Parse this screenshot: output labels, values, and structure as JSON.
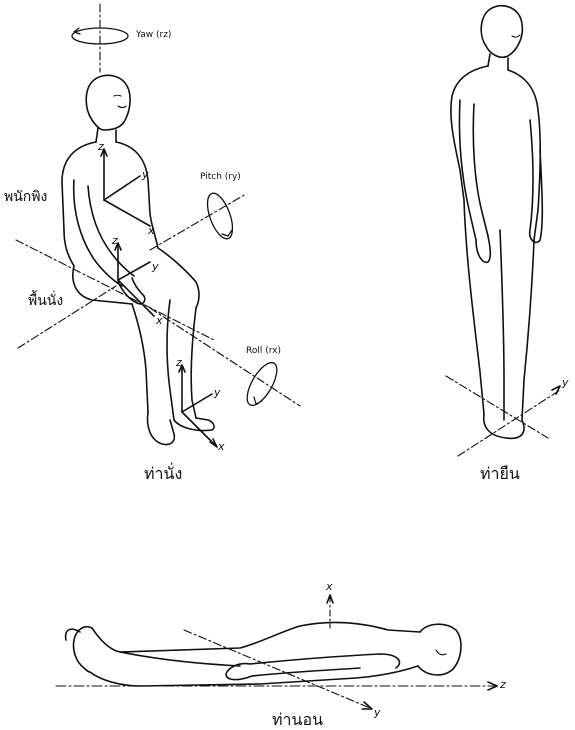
{
  "captions": {
    "sitting": "ท่านั่ง",
    "standing": "ท่ายืน",
    "lying": "ท่านอน"
  },
  "seat_labels": {
    "backrest": "พนักพิง",
    "seat": "พื้นนั่ง"
  },
  "rotations": {
    "yaw": "Yaw (rz)",
    "pitch": "Pitch (ry)",
    "roll": "Roll (rx)"
  },
  "axes": {
    "x": "x",
    "y": "y",
    "z": "z"
  }
}
